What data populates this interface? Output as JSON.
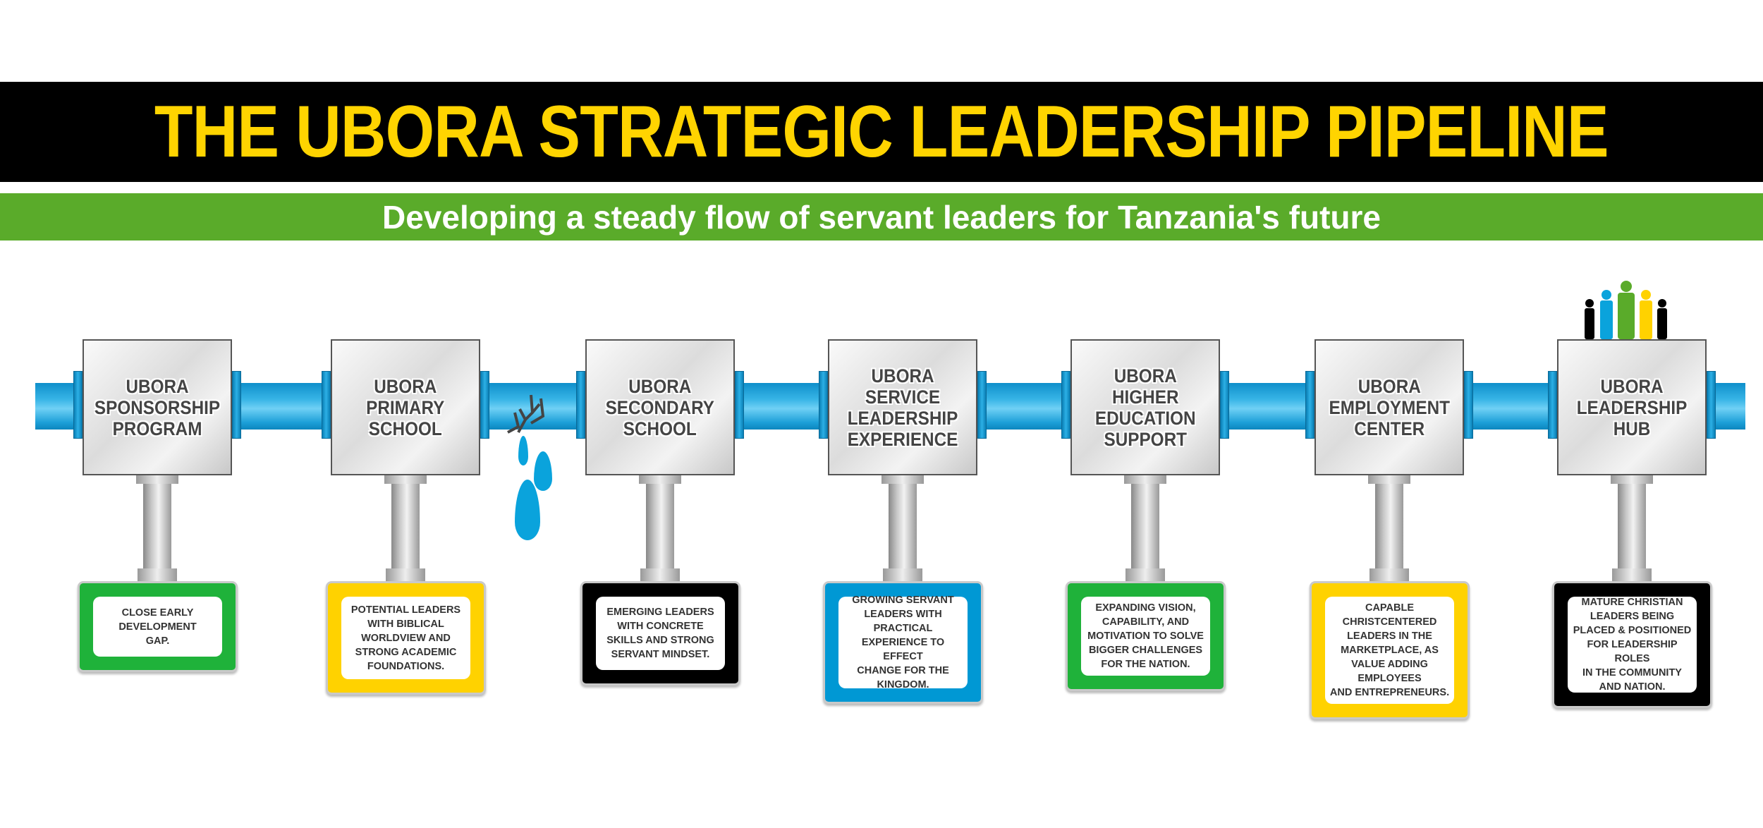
{
  "header": {
    "title": "THE UBORA STRATEGIC LEADERSHIP PIPELINE",
    "subtitle": "Developing a steady flow of servant leaders for Tanzania's future"
  },
  "colors": {
    "title": "#ffd400",
    "subtitle_bar": "#5aab2a",
    "pipe": "#1c9fd8",
    "green": "#1fb23a",
    "yellow": "#ffd200",
    "black": "#000000",
    "blue": "#0098d4"
  },
  "stages": [
    {
      "label": "UBORA\nSPONSORSHIP\nPROGRAM",
      "outcome": "CLOSE EARLY\nDEVELOPMENT\nGAP.",
      "color": "#1fb23a"
    },
    {
      "label": "UBORA\nPRIMARY\nSCHOOL",
      "outcome": "POTENTIAL LEADERS\nWITH BIBLICAL\nWORLDVIEW AND\nSTRONG ACADEMIC\nFOUNDATIONS.",
      "color": "#ffd200"
    },
    {
      "label": "UBORA\nSECONDARY\nSCHOOL",
      "outcome": "EMERGING LEADERS\nWITH CONCRETE\nSKILLS AND STRONG\nSERVANT MINDSET.",
      "color": "#000000"
    },
    {
      "label": "UBORA\nSERVICE\nLEADERSHIP\nEXPERIENCE",
      "outcome": "GROWING SERVANT\nLEADERS WITH\nPRACTICAL\nEXPERIENCE TO EFFECT\nCHANGE FOR THE\nKINGDOM.",
      "color": "#0098d4"
    },
    {
      "label": "UBORA\nHIGHER\nEDUCATION\nSUPPORT",
      "outcome": "EXPANDING VISION,\nCAPABILITY, AND\nMOTIVATION TO SOLVE\nBIGGER CHALLENGES\nFOR THE NATION.",
      "color": "#1fb23a"
    },
    {
      "label": "UBORA\nEMPLOYMENT\nCENTER",
      "outcome": "CAPABLE\nCHRISTCENTERED\nLEADERS IN THE\nMARKETPLACE, AS\nVALUE ADDING\nEMPLOYEES\nAND ENTREPRENEURS.",
      "color": "#ffd200"
    },
    {
      "label": "UBORA\nLEADERSHIP\nHUB",
      "outcome": "MATURE CHRISTIAN\nLEADERS BEING\nPLACED & POSITIONED\nFOR LEADERSHIP ROLES\nIN THE COMMUNITY\nAND NATION.",
      "color": "#000000"
    }
  ]
}
